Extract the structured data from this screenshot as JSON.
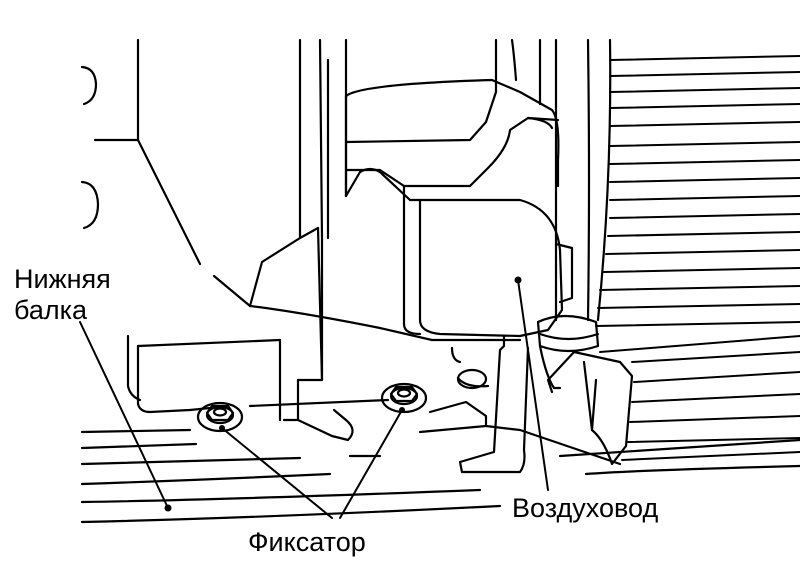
{
  "colors": {
    "ink": "#000000",
    "paper": "#ffffff"
  },
  "labels": {
    "lower_beam_line1": "Нижняя",
    "lower_beam_line2": "балка",
    "air_duct": "Воздуховод",
    "clip": "Фиксатор"
  }
}
